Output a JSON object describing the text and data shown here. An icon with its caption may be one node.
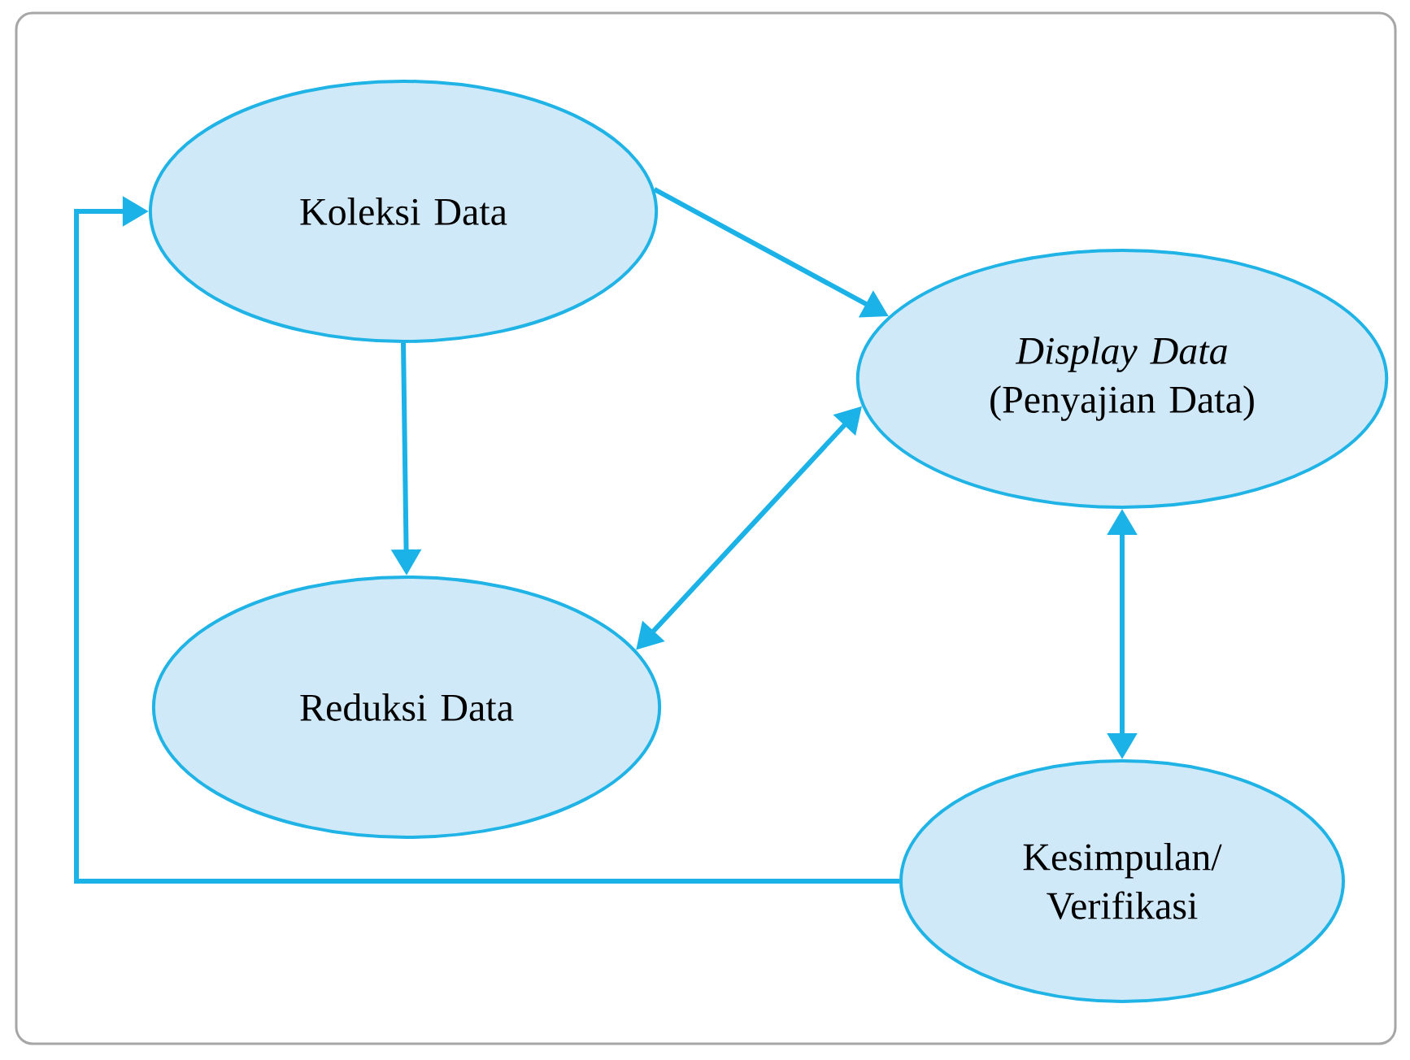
{
  "diagram": {
    "nodes": [
      {
        "text": [
          "Koleksi Data"
        ]
      },
      {
        "text": [
          "*Display Data* (Penyajian Data)"
        ]
      },
      {
        "text": [
          "Reduksi Data"
        ]
      },
      {
        "text": [
          "Kesimpulan/ Verifikasi"
        ]
      }
    ],
    "edges": [
      {
        "from": 0,
        "to": 1,
        "arrow": "to"
      },
      {
        "from": 0,
        "to": 2,
        "arrow": "to"
      },
      {
        "from": 2,
        "to": 1,
        "arrow": "both"
      },
      {
        "from": 1,
        "to": 3,
        "arrow": "both"
      },
      {
        "from": 3,
        "to": 0,
        "arrow": "to"
      }
    ]
  }
}
